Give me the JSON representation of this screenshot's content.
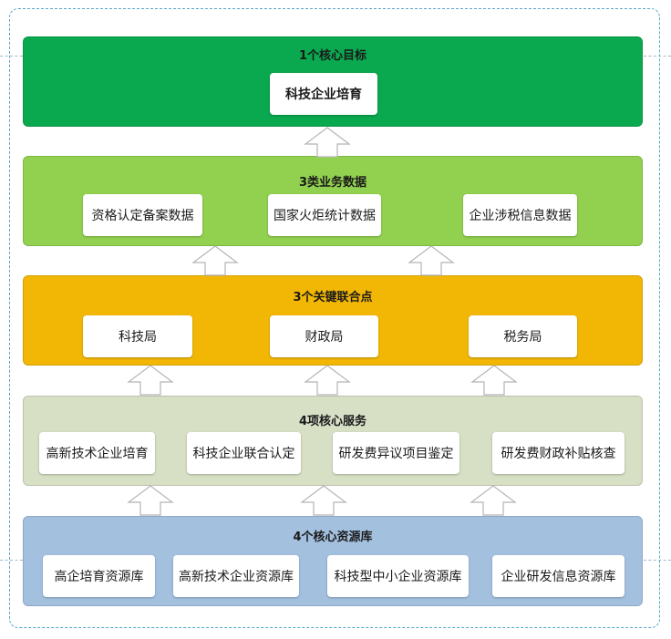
{
  "layers": [
    {
      "title": "1个核心目标",
      "color": "#0aa84f",
      "boxes": [
        "科技企业培育"
      ]
    },
    {
      "title": "3类业务数据",
      "color": "#92d050",
      "boxes": [
        "资格认定备案数据",
        "国家火炬统计数据",
        "企业涉税信息数据"
      ]
    },
    {
      "title": "3个关键联合点",
      "color": "#f2b705",
      "boxes": [
        "科技局",
        "财政局",
        "税务局"
      ]
    },
    {
      "title": "4项核心服务",
      "color": "#d7dfc5",
      "boxes": [
        "高新技术企业培育",
        "科技企业联合认定",
        "研发费异议项目鉴定",
        "研发费财政补贴核查"
      ]
    },
    {
      "title": "4个核心资源库",
      "color": "#a3c0df",
      "boxes": [
        "高企培育资源库",
        "高新技术企业资源库",
        "科技型中小企业资源库",
        "企业研发信息资源库"
      ]
    }
  ]
}
